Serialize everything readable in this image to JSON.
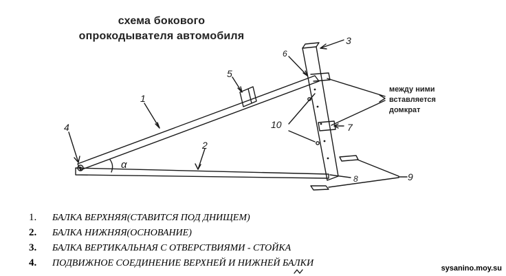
{
  "title": {
    "line1": "схема бокового",
    "line2": "опрокодывателя автомобиля"
  },
  "jack_note": {
    "line1": "между ними",
    "line2": "вставляется",
    "line3": "домкрат"
  },
  "callouts": {
    "upper_beam": "1",
    "lower_beam": "2",
    "vertical_post": "3",
    "joint": "4",
    "part5": "5",
    "part6": "6",
    "part7": "7",
    "part8": "8",
    "part9": "9",
    "holes": "10",
    "angle": "α"
  },
  "legend": [
    {
      "num": "1.",
      "text": "БАЛКА ВЕРХНЯЯ(СТАВИТСЯ ПОД ДНИЩЕМ)"
    },
    {
      "num": "2.",
      "text": "БАЛКА НИЖНЯЯ(ОСНОВАНИЕ)"
    },
    {
      "num": "3.",
      "text": "БАЛКА ВЕРТИКАЛЬНАЯ С ОТВЕРСТВИЯМИ - СТОЙКА"
    },
    {
      "num": "4.",
      "text": "ПОДВИЖНОЕ СОЕДИНЕНИЕ ВЕРХНЕЙ И НИЖНЕЙ БАЛКИ"
    }
  ],
  "watermark": "sysanino.moy.su",
  "colors": {
    "line": "#1a1a1a",
    "text": "#222222",
    "background": "#ffffff"
  }
}
